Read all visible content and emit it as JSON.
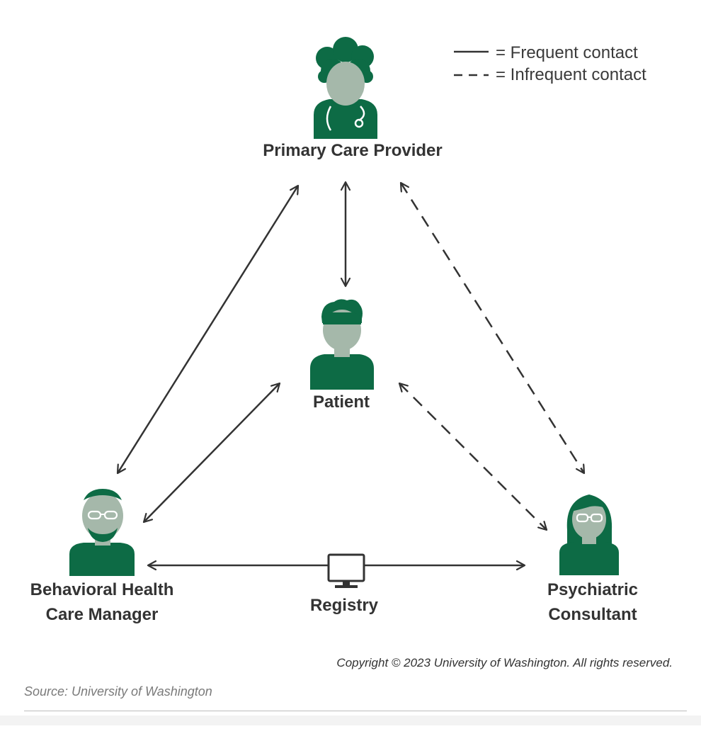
{
  "legend": {
    "frequent": "=  Frequent contact",
    "infrequent": "=  Infrequent contact"
  },
  "nodes": {
    "pcp": "Primary Care Provider",
    "patient": "Patient",
    "bhcm_line1": "Behavioral Health",
    "bhcm_line2": "Care Manager",
    "psych_line1": "Psychiatric",
    "psych_line2": "Consultant",
    "registry": "Registry"
  },
  "copyright": "Copyright © 2023 University of Washington. All rights reserved.",
  "source": "Source: University of Washington",
  "colors": {
    "green": "#0d6b45",
    "skin": "#a5b8aa",
    "arrow": "#333333"
  }
}
